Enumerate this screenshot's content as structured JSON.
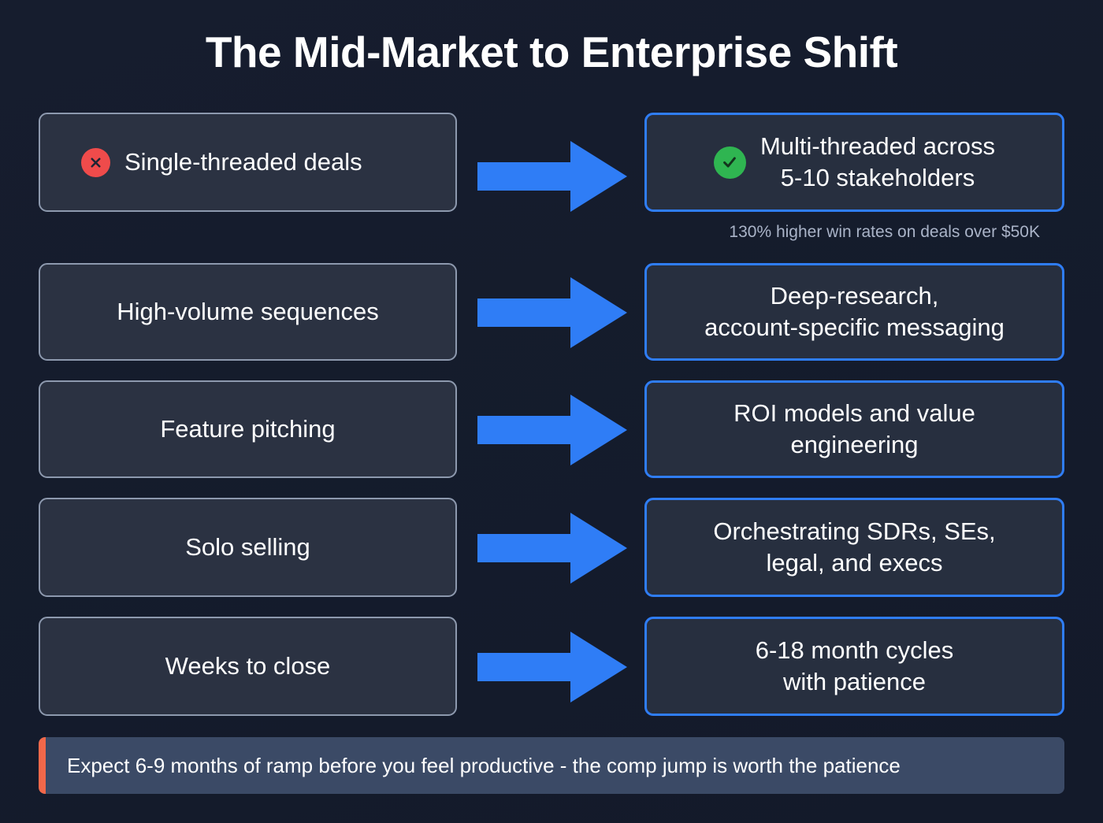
{
  "title": "The Mid-Market to Enterprise Shift",
  "colors": {
    "background": "#161d2e",
    "left_card_bg": "#2b3242",
    "left_card_border": "#8d99ae",
    "right_card_bg": "#272f3f",
    "right_card_border": "#2f7df6",
    "arrow": "#2f7df6",
    "x_icon": "#ef4b4b",
    "check_icon": "#2fb551",
    "caption_text": "#aab4c8",
    "footer_bg": "#3b4a66",
    "footer_accent": "#f2684a"
  },
  "rows": [
    {
      "left": {
        "text": "Single-threaded deals",
        "icon": "x-circle-icon"
      },
      "arrow": "arrow-right-icon",
      "right": {
        "text": "Multi-threaded across\n5-10 stakeholders",
        "icon": "check-circle-icon"
      },
      "caption": "130% higher win rates on deals over $50K"
    },
    {
      "left": {
        "text": "High-volume sequences",
        "icon": null
      },
      "arrow": "arrow-right-icon",
      "right": {
        "text": "Deep-research,\naccount-specific messaging",
        "icon": null
      },
      "caption": null
    },
    {
      "left": {
        "text": "Feature pitching",
        "icon": null
      },
      "arrow": "arrow-right-icon",
      "right": {
        "text": "ROI models and value\nengineering",
        "icon": null
      },
      "caption": null
    },
    {
      "left": {
        "text": "Solo selling",
        "icon": null
      },
      "arrow": "arrow-right-icon",
      "right": {
        "text": "Orchestrating SDRs, SEs,\nlegal, and execs",
        "icon": null
      },
      "caption": null
    },
    {
      "left": {
        "text": "Weeks to close",
        "icon": null
      },
      "arrow": "arrow-right-icon",
      "right": {
        "text": "6-18 month cycles\nwith patience",
        "icon": null
      },
      "caption": null
    }
  ],
  "footer": {
    "text": "Expect 6-9 months of ramp before you feel productive - the comp jump is worth the patience",
    "accent_icon": "accent-bar"
  }
}
